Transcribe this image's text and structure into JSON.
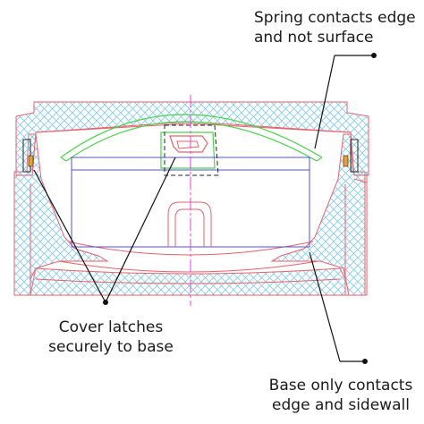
{
  "labels": {
    "spring": [
      "Spring contacts edge",
      "and not surface"
    ],
    "cover": [
      "Cover latches",
      "securely to base"
    ],
    "base": [
      "Base only contacts",
      "edge and sidewall"
    ]
  },
  "colors": {
    "outline": "#e8606a",
    "hatch": "#7fc8e8",
    "spring": "#4cd24c",
    "insert": "#5050e0",
    "centerline": "#e040e0",
    "latch": "#222222",
    "leader": "#111111"
  }
}
